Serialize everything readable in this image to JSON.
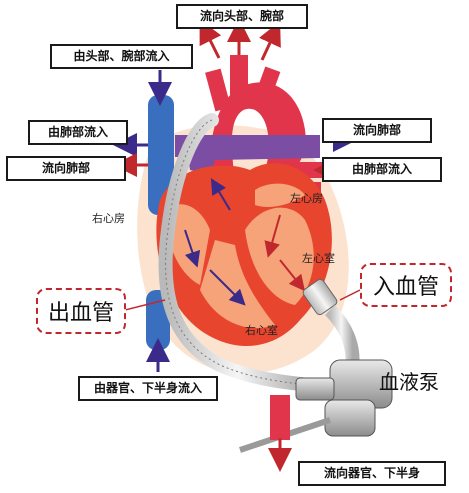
{
  "labels": {
    "top": "流向头部、腕部",
    "from_head": "由头部、腕部流入",
    "from_lung_left": "由肺部流入",
    "to_lung_left": "流向肺部",
    "to_lung_right": "流向肺部",
    "from_lung_right": "由肺部流入",
    "from_organs": "由器官、下半身流入",
    "to_organs": "流向器官、下半身"
  },
  "chambers": {
    "right_atrium": "右心房",
    "left_atrium": "左心房",
    "left_ventricle": "左心室",
    "right_ventricle": "右心室"
  },
  "callouts": {
    "outflow": "出血管",
    "inflow": "入血管",
    "pump": "血液泵"
  },
  "colors": {
    "arterial": "#e0354a",
    "venous": "#3a6fbf",
    "pulmonary": "#7b4ea3",
    "heart_muscle": "#e8452f",
    "arrow_red": "#c0282d",
    "arrow_blue": "#3c2a8a",
    "border_dashed": "#c0282d"
  }
}
